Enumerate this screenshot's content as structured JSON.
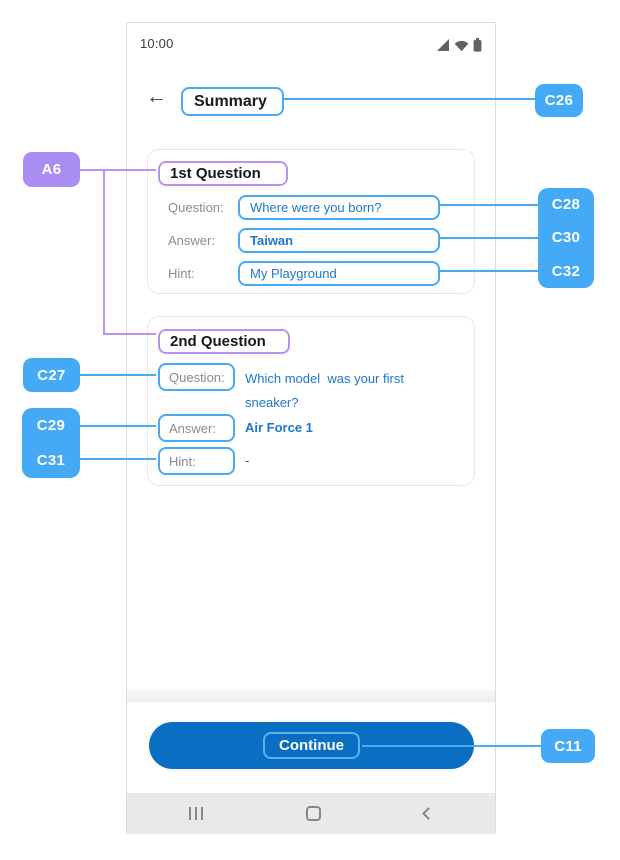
{
  "colors": {
    "annotation_blue": "#45aaf6",
    "annotation_purple": "#a98df2",
    "value_text_blue": "#1d76cf",
    "continue_button_blue": "#0a6fc3"
  },
  "status_bar": {
    "time": "10:00",
    "icons": [
      "signal-icon",
      "wifi-icon",
      "battery-icon"
    ]
  },
  "header": {
    "back_icon": "←",
    "title": "Summary"
  },
  "cards": [
    {
      "title": "1st Question",
      "rows": [
        {
          "label": "Question:",
          "value": "Where were you born?"
        },
        {
          "label": "Answer:",
          "value": "Taiwan"
        },
        {
          "label": "Hint:",
          "value": "My Playground"
        }
      ]
    },
    {
      "title": "2nd Question",
      "rows": [
        {
          "label": "Question:",
          "value": "Which model  was your first sneaker?"
        },
        {
          "label": "Answer:",
          "value": "Air Force 1"
        },
        {
          "label": "Hint:",
          "value": "-"
        }
      ]
    }
  ],
  "footer": {
    "continue_label": "Continue"
  },
  "nav_bar": {
    "icons": [
      "recent-apps-icon",
      "home-icon",
      "back-icon"
    ]
  },
  "annotations": {
    "a6": "A6",
    "c26": "C26",
    "c27": "C27",
    "c28": "C28",
    "c29": "C29",
    "c30": "C30",
    "c31": "C31",
    "c32": "C32",
    "c11": "C11"
  }
}
